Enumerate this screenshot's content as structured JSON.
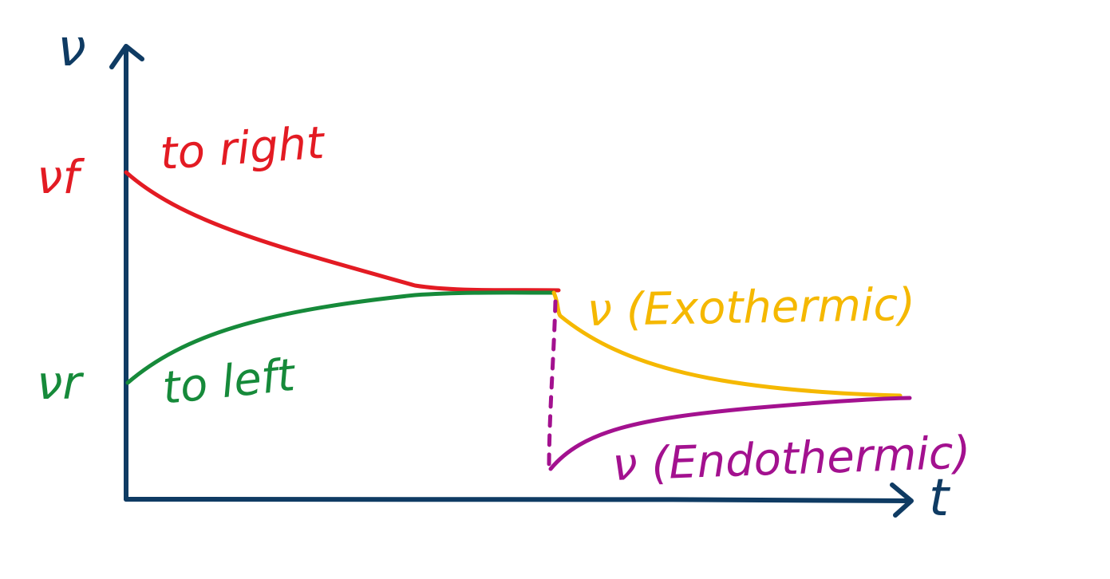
{
  "labels": {
    "y_axis": "ν",
    "x_axis": "t",
    "vf": "νf",
    "vr": "νr",
    "to_right": "to right",
    "to_left": "to left",
    "exothermic": "ν (Exothermic)",
    "endothermic": "ν (Endothermic)"
  },
  "colors": {
    "axis": "#0f3b63",
    "forward": "#e31b23",
    "reverse": "#168a3a",
    "exothermic": "#f5b800",
    "endothermic": "#a3118f"
  }
}
